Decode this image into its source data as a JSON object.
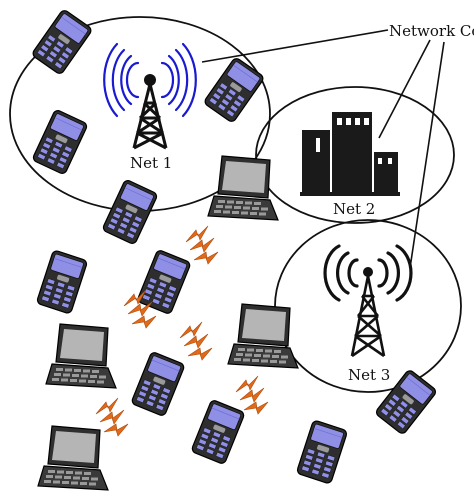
{
  "labels": {
    "net1": "Net 1",
    "net2": "Net 2",
    "net3": "Net 3",
    "callout": "Network Co"
  },
  "icons": {
    "net1_center": "radio-tower-icon",
    "net2_center": "office-building-icon",
    "net3_center": "radio-tower-icon",
    "phones": "mobile-phone-icon",
    "laptops": "laptop-icon",
    "signals": "wireless-signal-icon"
  },
  "colors": {
    "net1_waves": "#1a1ad0",
    "net3_waves": "#111111",
    "signal_bolts": "#e06a1a",
    "phone_screen": "#8f8fe6",
    "phone_body": "#3a3a3a",
    "laptop_screen": "#b5b5b5",
    "laptop_body": "#333333",
    "building": "#1a1a1a"
  }
}
